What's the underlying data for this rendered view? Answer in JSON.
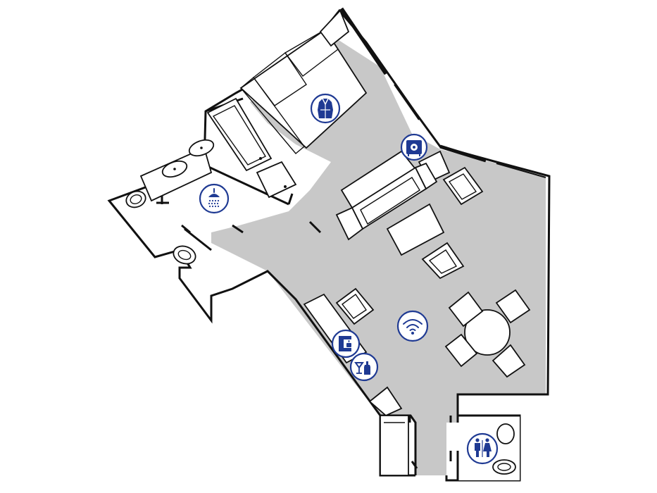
{
  "plan": {
    "floor_color": "#c8c8c8",
    "wall_color": "#111111",
    "icon_color": "#1f3a93",
    "icons": [
      {
        "id": "bathrobe",
        "name": "bathrobe-icon"
      },
      {
        "id": "safe",
        "name": "safe-icon"
      },
      {
        "id": "shower",
        "name": "shower-icon"
      },
      {
        "id": "wifi",
        "name": "wifi-icon"
      },
      {
        "id": "coffee",
        "name": "coffee-machine-icon"
      },
      {
        "id": "minibar",
        "name": "minibar-icon"
      },
      {
        "id": "toilet",
        "name": "guest-toilet-icon"
      }
    ]
  }
}
